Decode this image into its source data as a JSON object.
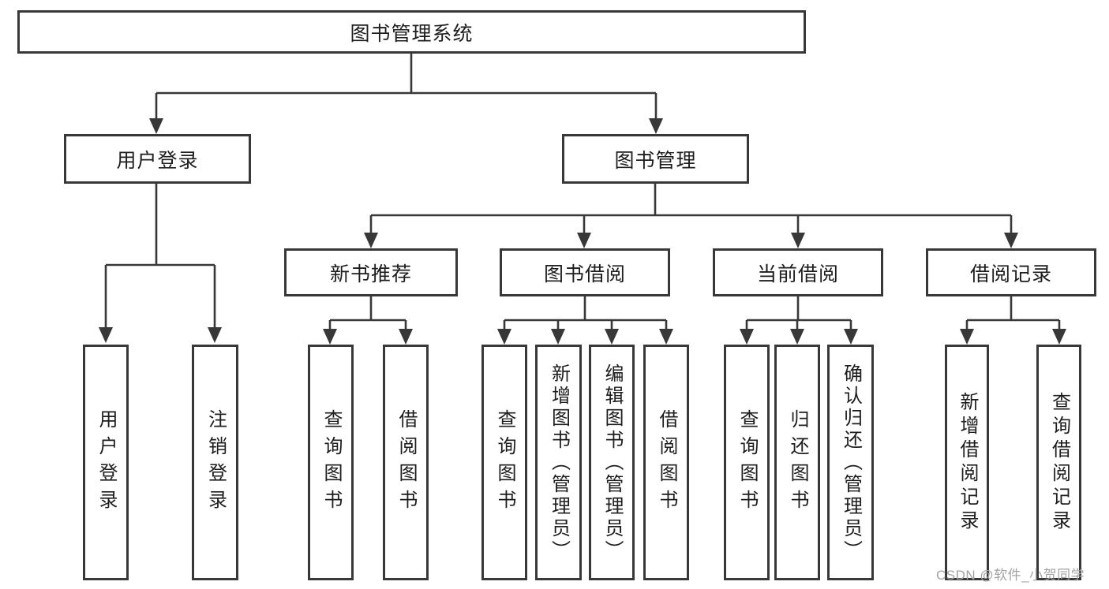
{
  "tree": {
    "root": "图书管理系统",
    "level2": [
      "用户登录",
      "图书管理"
    ],
    "level3": [
      "新书推荐",
      "图书借阅",
      "当前借阅",
      "借阅记录"
    ],
    "leaves": {
      "user": [
        "用户登录",
        "注销登录"
      ],
      "newbook": [
        "查询图书",
        "借阅图书"
      ],
      "borrow": [
        "查询图书",
        "新增图书（管理员）",
        "编辑图书（管理员）",
        "借阅图书"
      ],
      "current": [
        "查询图书",
        "归还图书",
        "确认归还（管理员）"
      ],
      "records": [
        "新增借阅记录",
        "查询借阅记录"
      ]
    }
  },
  "watermark": {
    "text": "CSDN @软件_小贺同学"
  },
  "colors": {
    "line": "#383838",
    "box_border": "#383838",
    "text": "#1d1d1d",
    "background": "#ffffff",
    "watermark": "#a3a3a3"
  }
}
